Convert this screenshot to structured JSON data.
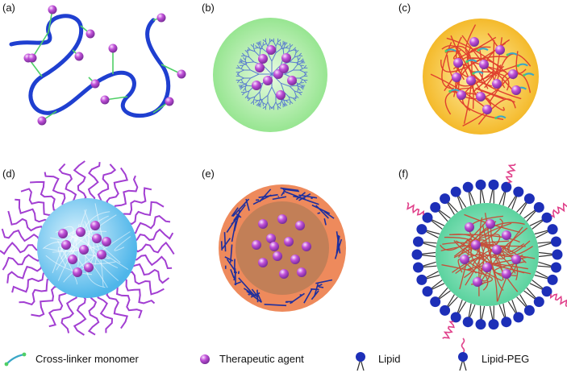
{
  "panels": [
    {
      "id": "a",
      "label": "(a)"
    },
    {
      "id": "b",
      "label": "(b)"
    },
    {
      "id": "c",
      "label": "(c)"
    },
    {
      "id": "d",
      "label": "(d)"
    },
    {
      "id": "e",
      "label": "(e)"
    },
    {
      "id": "f",
      "label": "(f)"
    }
  ],
  "legend": {
    "crosslinker": "Cross-linker monomer",
    "therapeutic": "Therapeutic agent",
    "lipid": "Lipid",
    "lipid_peg": "Lipid-PEG"
  },
  "colors": {
    "polymer_chain": "#1f3fd0",
    "crosslinker": "#4fcf66",
    "drug_sphere": "#c050d8",
    "panel_b_fill": "#9ee89a",
    "panel_b_branches": "#5a7ccf",
    "panel_c_fill": "#f7c533",
    "panel_c_mesh": "#e0412e",
    "panel_d_core": "#6cc8ef",
    "panel_d_chains": "#a23ed2",
    "panel_e_outer": "#ee8a5c",
    "panel_e_inner": "#c27f57",
    "panel_e_mesh": "#1e2f9e",
    "panel_f_core": "#7fe0b6",
    "panel_f_mesh": "#c4503a",
    "lipid_head": "#1d2fb8",
    "peg_chain": "#e0408a"
  }
}
